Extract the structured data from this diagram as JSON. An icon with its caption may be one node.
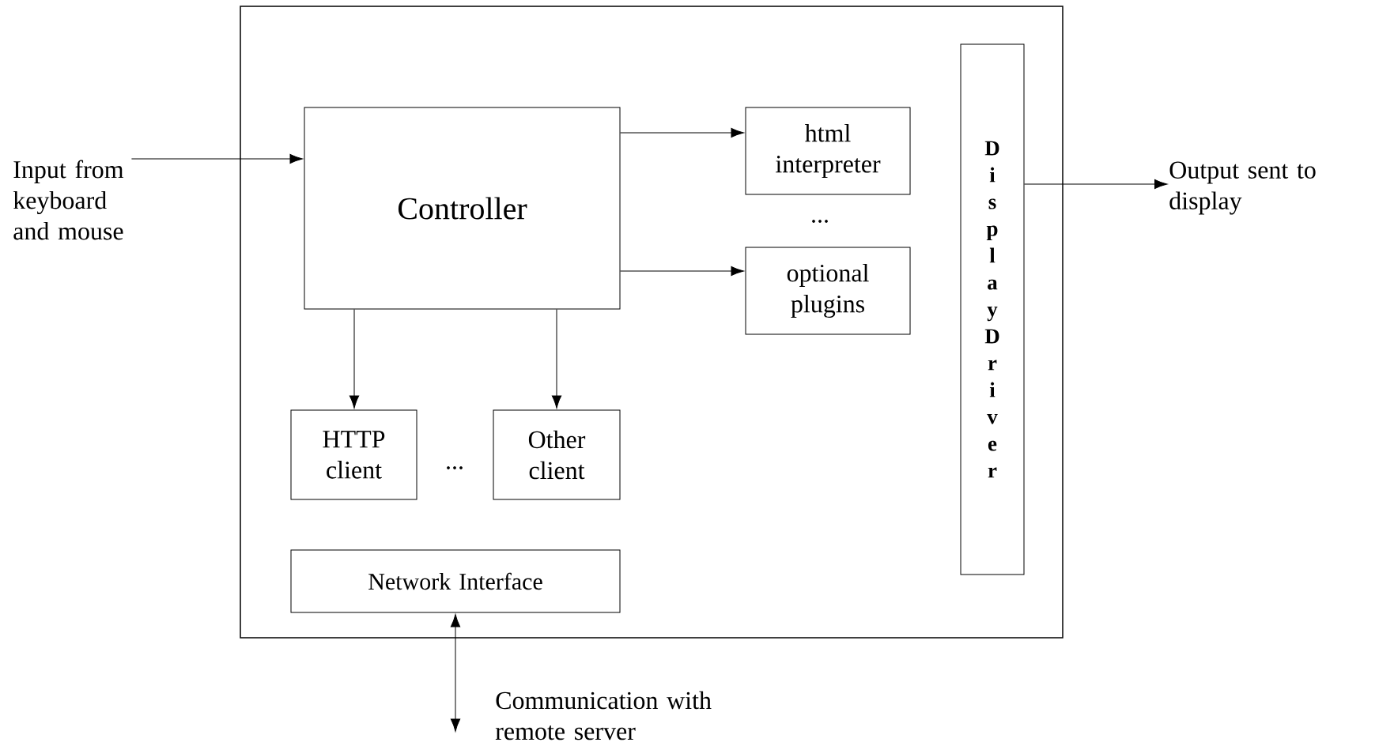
{
  "diagram": {
    "nodes": [
      {
        "text": [],
        "shape": "box"
      },
      {
        "text": [
          "Input from keyboard and mouse"
        ]
      },
      {
        "text": [
          "Controller"
        ],
        "in": 0
      },
      {
        "text": [
          "html interpreter"
        ],
        "in": 0
      },
      {
        "text": [
          "optional plugins"
        ],
        "in": 0
      },
      {
        "text": [
          "HTTP client"
        ],
        "in": 0
      },
      {
        "text": [
          "Other client"
        ],
        "in": 0
      },
      {
        "text": [
          "Network Interface"
        ],
        "in": 0
      },
      {
        "text": [
          "Display Driver"
        ],
        "in": 0
      },
      {
        "text": [
          "Output sent to display"
        ]
      }
    ],
    "edges": [
      {
        "from": 1,
        "to": 2,
        "arrow": "to"
      },
      {
        "from": 2,
        "to": 3,
        "arrow": "to"
      },
      {
        "from": 2,
        "to": 4,
        "arrow": "to"
      },
      {
        "from": 2,
        "to": 5,
        "arrow": "to"
      },
      {
        "from": 2,
        "to": 6,
        "arrow": "to"
      },
      {
        "from": 8,
        "to": 9,
        "arrow": "to"
      },
      {
        "from": 7,
        "to": null,
        "arrow": "both",
        "label": "Communication with remote server"
      }
    ],
    "labels": [
      "...",
      "..."
    ]
  }
}
